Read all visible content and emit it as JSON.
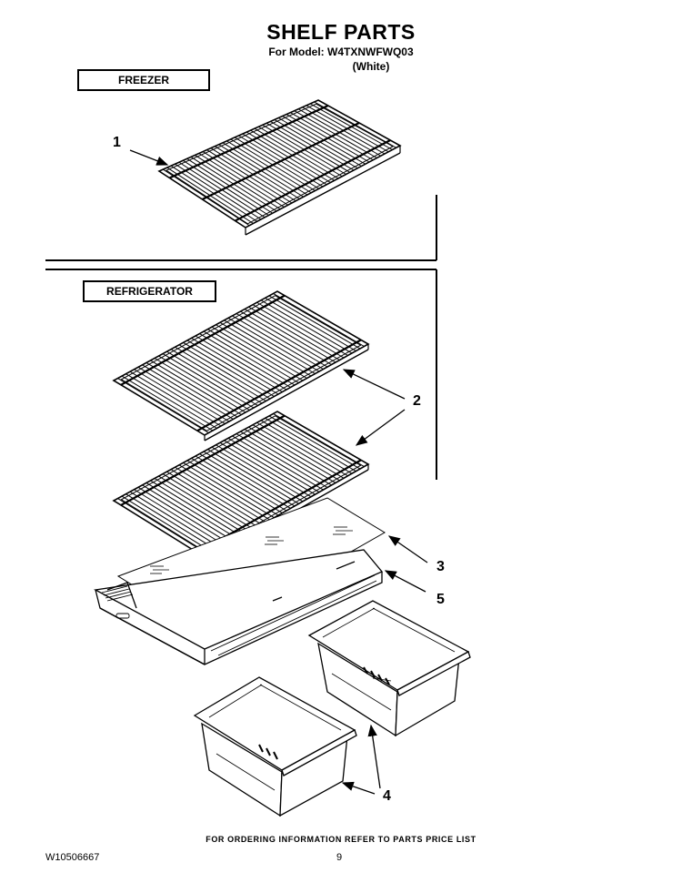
{
  "header": {
    "title": "SHELF PARTS",
    "model_line": "For Model: W4TXNWFWQ03",
    "color": "(White)"
  },
  "sections": {
    "freezer": "FREEZER",
    "refrigerator": "REFRIGERATOR"
  },
  "callouts": {
    "item_1": "1",
    "item_2": "2",
    "item_3": "3",
    "item_4": "4",
    "item_5": "5"
  },
  "footer": {
    "ordering_note": "FOR ORDERING INFORMATION REFER TO PARTS PRICE LIST",
    "document_number": "W10506667",
    "page_number": "9"
  }
}
